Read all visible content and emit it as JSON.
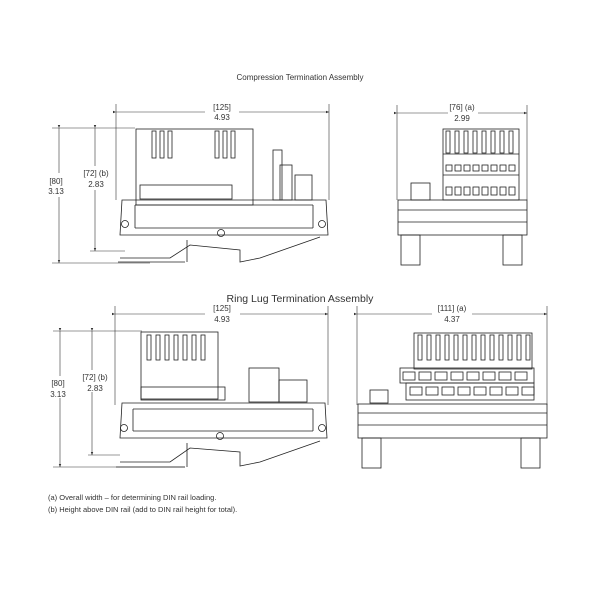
{
  "sections": [
    {
      "title": "Compression Termination Assembly",
      "side_view": {
        "width_mm": "[125]",
        "width_in": "4.93",
        "height_mm": "[80]",
        "height_in": "3.13",
        "rail_height_mm": "[72] (b)",
        "rail_height_in": "2.83"
      },
      "front_view": {
        "width_mm": "[76] (a)",
        "width_in": "2.99"
      }
    },
    {
      "title": "Ring Lug Termination Assembly",
      "side_view": {
        "width_mm": "[125]",
        "width_in": "4.93",
        "height_mm": "[80]",
        "height_in": "3.13",
        "rail_height_mm": "[72] (b)",
        "rail_height_in": "2.83"
      },
      "front_view": {
        "width_mm": "[111] (a)",
        "width_in": "4.37"
      }
    }
  ],
  "footnotes": [
    "(a) Overall width – for determining DIN rail loading.",
    "(b) Height above DIN rail (add to DIN rail height for total)."
  ]
}
